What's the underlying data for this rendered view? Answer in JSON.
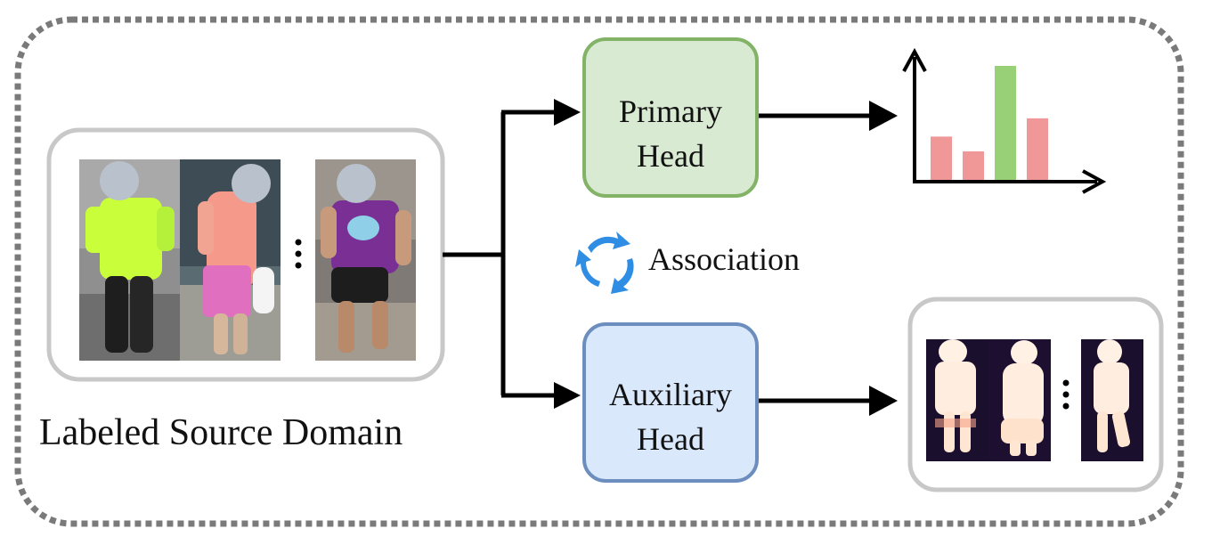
{
  "source": {
    "caption": "Labeled Source Domain"
  },
  "primary_head": {
    "line1": "Primary",
    "line2": "Head",
    "color_fill": "#d9ead3",
    "color_border": "#82b366"
  },
  "auxiliary_head": {
    "line1": "Auxiliary",
    "line2": "Head",
    "color_fill": "#dae8fc",
    "color_border": "#6c8ebf"
  },
  "association": {
    "label": "Association",
    "icon": "cycle-arrows-icon",
    "color": "#2f8de4"
  },
  "prediction_chart": {
    "values": [
      0.38,
      0.25,
      1.0,
      0.54
    ],
    "highlight_index": 2,
    "color_default": "#f09898",
    "color_highlight": "#97d077"
  },
  "icons": {
    "ellipsis": "vertical-ellipsis-icon",
    "face_mask": "face-mask-circle"
  }
}
